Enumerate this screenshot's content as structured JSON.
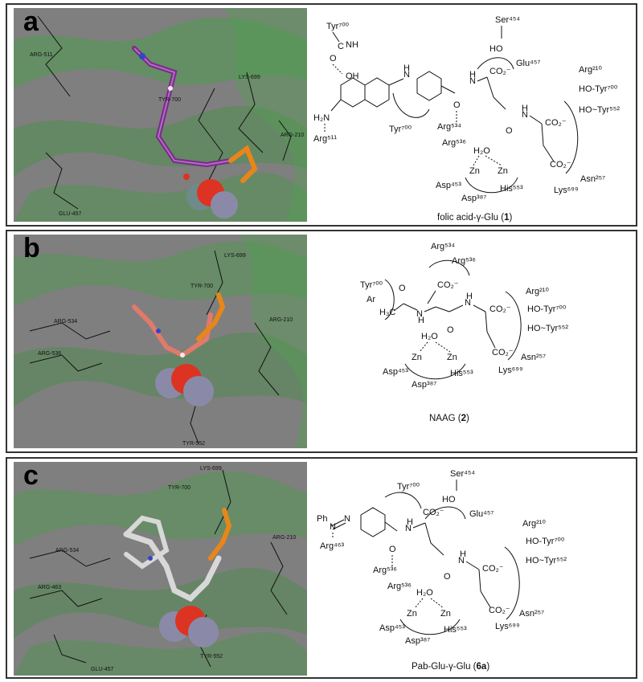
{
  "panels": [
    {
      "letter": "a",
      "caption": "folic acid-γ-Glu (",
      "caption_num": "1",
      "residues_3d": [
        "ARG-511",
        "TYR-700",
        "LYS-699",
        "ARG-210",
        "GLU-457"
      ],
      "labels": {
        "tyr700_top": "Tyr⁷⁰⁰",
        "ser454": "Ser⁴⁵⁴",
        "glu457": "Glu⁴⁵⁷",
        "arg210": "Arg²¹⁰",
        "hotyr700": "HO-Tyr⁷⁰⁰",
        "hotyr552": "HO~Tyr⁵⁵²",
        "asn257": "Asn²⁵⁷",
        "lys699": "Lys⁶⁹⁹",
        "arg511": "Arg⁵¹¹",
        "tyr700_mid": "Tyr⁷⁰⁰",
        "arg534": "Arg⁵³⁴",
        "arg536": "Arg⁵³⁶",
        "asp453": "Asp⁴⁵³",
        "asp387": "Asp³⁸⁷",
        "his553": "His⁵⁵³",
        "co2": "CO₂⁻",
        "zn": "Zn",
        "h2o": "H₂O",
        "nh": "NH",
        "h": "H",
        "n": "N",
        "o": "O",
        "oh": "OH",
        "ho": "HO",
        "h2n": "H₂N",
        "c": "C"
      }
    },
    {
      "letter": "b",
      "caption": "NAAG (",
      "caption_num": "2",
      "residues_3d": [
        "LYS-699",
        "TYR-700",
        "ARG-534",
        "ARG-536",
        "ARG-210",
        "TYR-552"
      ],
      "labels": {
        "arg534": "Arg⁵³⁴",
        "arg536": "Arg⁵³⁶",
        "tyr700": "Tyr⁷⁰⁰",
        "ar": "Ar",
        "h3c": "H₃C",
        "arg210": "Arg²¹⁰",
        "hotyr700": "HO-Tyr⁷⁰⁰",
        "hotyr552": "HO~Tyr⁵⁵²",
        "asn257": "Asn²⁵⁷",
        "lys699": "Lys⁶⁹⁹",
        "asp453": "Asp⁴⁵³",
        "asp387": "Asp³⁸⁷",
        "his553": "His⁵⁵³",
        "co2": "CO₂⁻",
        "zn": "Zn",
        "h2o": "H₂O",
        "n": "N",
        "h": "H",
        "o": "O"
      }
    },
    {
      "letter": "c",
      "caption": "Pab-Glu-γ-Glu (",
      "caption_num": "6a",
      "residues_3d": [
        "LYS-699",
        "TYR-700",
        "ARG-534",
        "ARG-463",
        "ARG-210",
        "GLU-457",
        "TYR-552"
      ],
      "labels": {
        "ph": "Ph",
        "n": "N",
        "arg463": "Arg⁴⁶³",
        "tyr700": "Tyr⁷⁰⁰",
        "ser454": "Ser⁴⁵⁴",
        "ho": "HO",
        "glu457": "Glu⁴⁵⁷",
        "arg210": "Arg²¹⁰",
        "hotyr700": "HO-Tyr⁷⁰⁰",
        "hotyr552": "HO~Tyr⁵⁵²",
        "asn257": "Asn²⁵⁷",
        "lys699": "Lys⁶⁹⁹",
        "arg536a": "Arg⁵³⁶",
        "arg536b": "Arg⁵³⁶",
        "asp453": "Asp⁴⁵³",
        "asp387": "Asp³⁸⁷",
        "his553": "His⁵⁵³",
        "co2": "CO₂⁻",
        "zn": "Zn",
        "h2o": "H₂O",
        "h": "H",
        "o": "O"
      }
    }
  ],
  "colors": {
    "background_3d": "#7e7e7e",
    "protein_green": "#4a9a4a",
    "zinc": "#8a8aa8",
    "water_red": "#dd3322",
    "carbon_a": "#7a2a8a",
    "carbon_b": "#e07a6a",
    "carbon_c": "#d8d8d8",
    "glu_orange": "#e8861a"
  }
}
